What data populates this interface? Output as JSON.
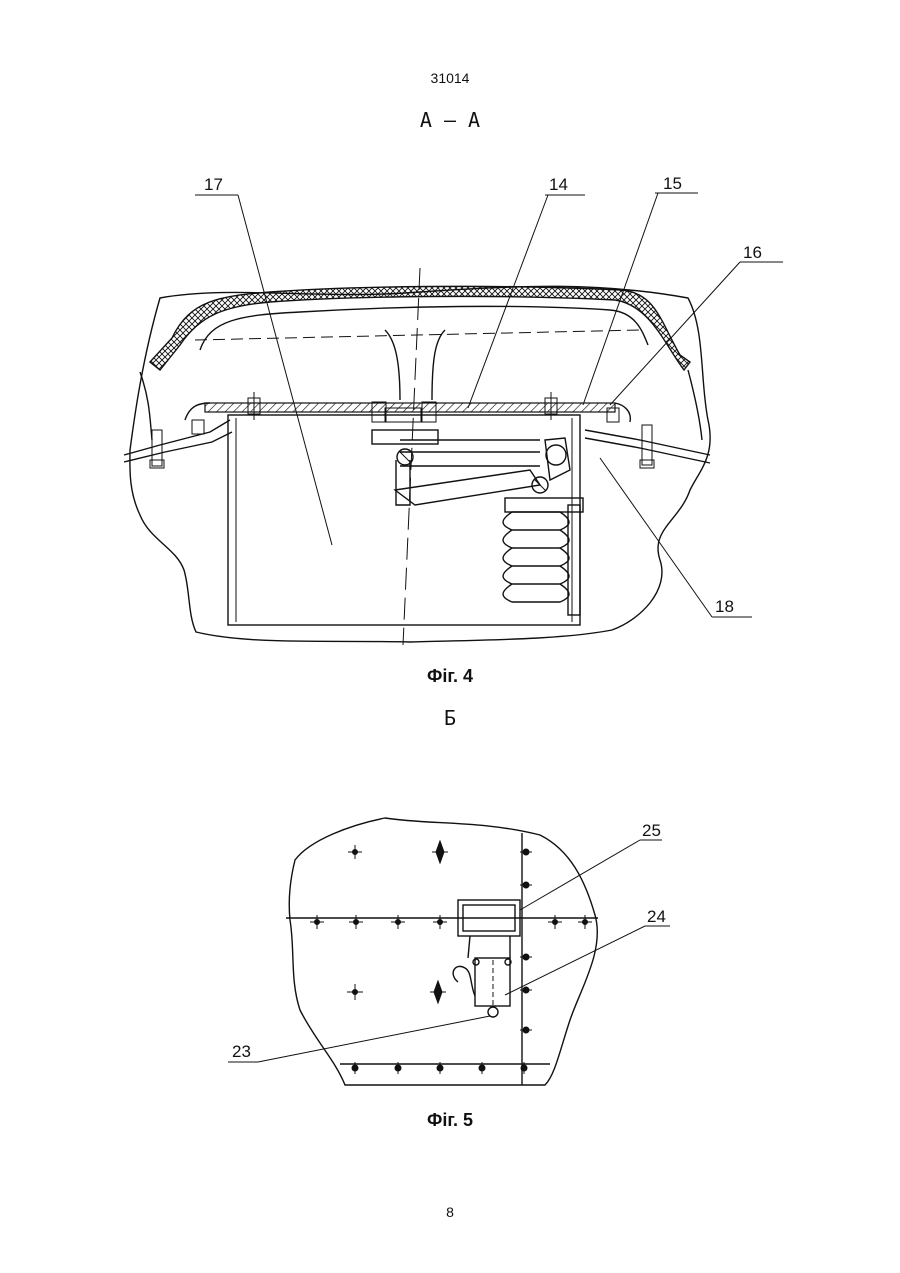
{
  "header": {
    "patent_number": "31014"
  },
  "figure4": {
    "section_label": "А – А",
    "caption": "Фіг. 4",
    "callouts": {
      "c14": "14",
      "c15": "15",
      "c16": "16",
      "c17": "17",
      "c18": "18"
    }
  },
  "figure5": {
    "view_label": "Б",
    "caption": "Фіг. 5",
    "callouts": {
      "c23": "23",
      "c24": "24",
      "c25": "25"
    }
  },
  "footer": {
    "page_number": "8"
  }
}
